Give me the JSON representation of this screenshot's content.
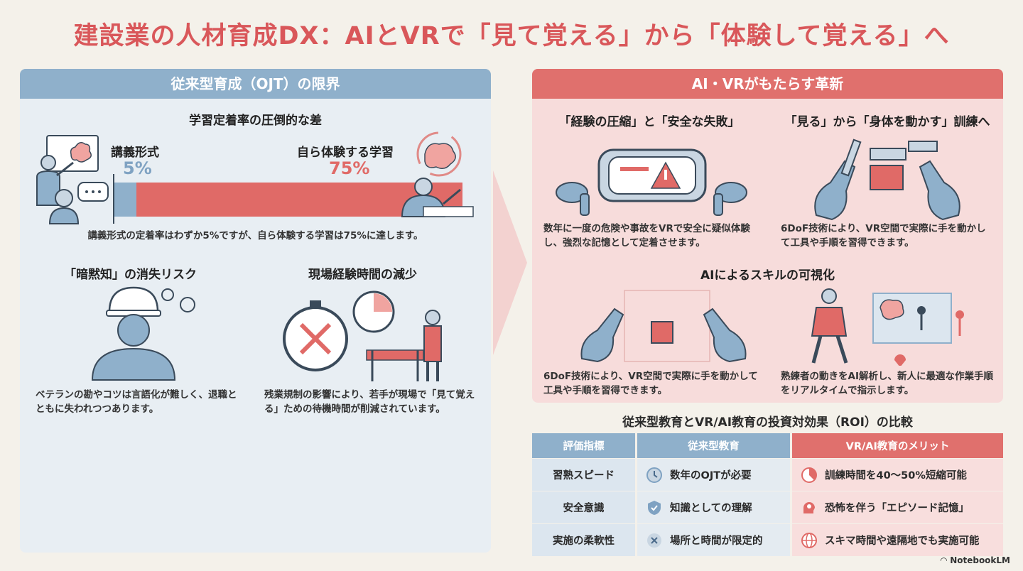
{
  "title": "建設業の人材育成DX：AIとVRで「見て覚える」から「体験して覚える」へ",
  "left": {
    "header": "従来型育成（OJT）の限界",
    "retention": {
      "heading": "学習定着率の圧倒的な差",
      "lecture_label": "講義形式",
      "lecture_pct_text": "5%",
      "lecture_value": 5,
      "experience_label": "自ら体験する学習",
      "experience_pct_text": "75%",
      "experience_value": 75,
      "caption": "講義形式の定着率はわずか5%ですが、自ら体験する学習は75%に達します。"
    },
    "tacit": {
      "heading": "「暗黙知」の消失リスク",
      "text": "ベテランの勘やコツは言語化が難しく、退職とともに失われつつあります。"
    },
    "time": {
      "heading": "現場経験時間の減少",
      "text": "残業規制の影響により、若手が現場で「見て覚える」ための待機時間が削減されています。"
    }
  },
  "right": {
    "header": "AI・VRがもたらす革新",
    "compress": {
      "heading": "「経験の圧縮」と「安全な失敗」",
      "text": "数年に一度の危険や事故をVRで安全に疑似体験し、強烈な記憶として定着させます。"
    },
    "body_move": {
      "heading": "「見る」から「身体を動かす」訓練へ",
      "text": "6DoF技術により、VR空間で実際に手を動かして工具や手順を習得できます。"
    },
    "ai": {
      "heading": "AIによるスキルの可視化",
      "left_text": "6DoF技術により、VR空間で実際に手を動かして工具や手順を習得できます。",
      "right_text": "熟練者の動きをAI解析し、新人に最適な作業手順をリアルタイムで指示します。"
    }
  },
  "roi": {
    "title": "従来型教育とVR/AI教育の投資対効果（ROI）の比較",
    "headers": [
      "評価指標",
      "従来型教育",
      "VR/AI教育のメリット"
    ],
    "rows": [
      {
        "metric": "習熟スピード",
        "traditional": "数年のOJTが必要",
        "vr": "訓練時間を40〜50%短縮可能",
        "icon_trad": "clock-icon",
        "icon_vr": "pie-chart-icon"
      },
      {
        "metric": "安全意識",
        "traditional": "知識としての理解",
        "vr": "恐怖を伴う「エピソード記憶」",
        "icon_trad": "shield-check-icon",
        "icon_vr": "brain-head-icon"
      },
      {
        "metric": "実施の柔軟性",
        "traditional": "場所と時間が限定的",
        "vr": "スキマ時間や遠隔地でも実施可能",
        "icon_trad": "x-circle-icon",
        "icon_vr": "globe-icon"
      }
    ]
  },
  "footer": "NotebookLM",
  "colors": {
    "accent_red": "#e0706d",
    "accent_blue": "#8fb0cb",
    "title_red": "#d9575a"
  }
}
